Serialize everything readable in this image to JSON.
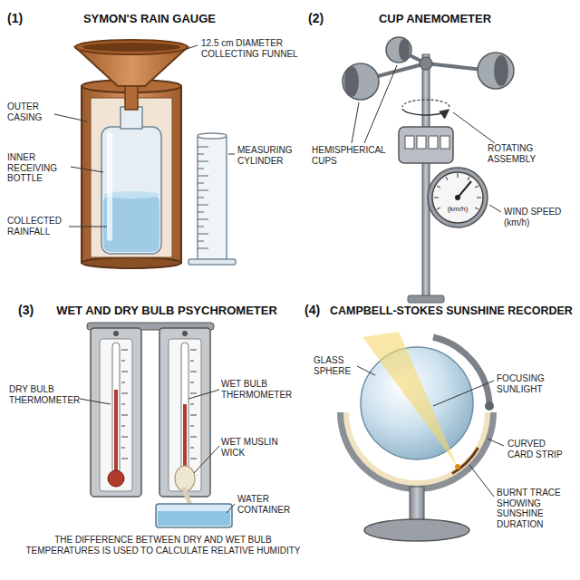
{
  "diagram": {
    "labels": [
      "(1)",
      "SYMON'S RAIN GAUGE",
      "12.5 cm DIAMETER COLLECTING FUNNEL",
      "OUTER CASING",
      "INNER RECEIVING BOTTLE",
      "COLLECTED RAINFALL",
      "MEASURING CYLINDER",
      "(2)",
      "CUP ANEMOMETER",
      "HEMISPHERICAL CUPS",
      "ROTATING ASSEMBLY",
      "(km/h)",
      "WIND SPEED (km/h)",
      "(3)",
      "WET AND DRY BULB PSYCHROMETER",
      "DRY BULB THERMOMETER",
      "WET BULB THERMOMETER",
      "WET MUSLIN WICK",
      "WATER CONTAINER",
      "THE DIFFERENCE BETWEEN DRY AND WET BULB TEMPERATURES IS USED TO CALCULATE RELATIVE HUMIDITY",
      "(4)",
      "CAMPBELL-STOKES SUNSHINE RECORDER",
      "GLASS SPHERE",
      "FOCUSING SUNLIGHT",
      "CURVED CARD STRIP",
      "BURNT TRACE SHOWING SUNSHINE DURATION"
    ]
  }
}
